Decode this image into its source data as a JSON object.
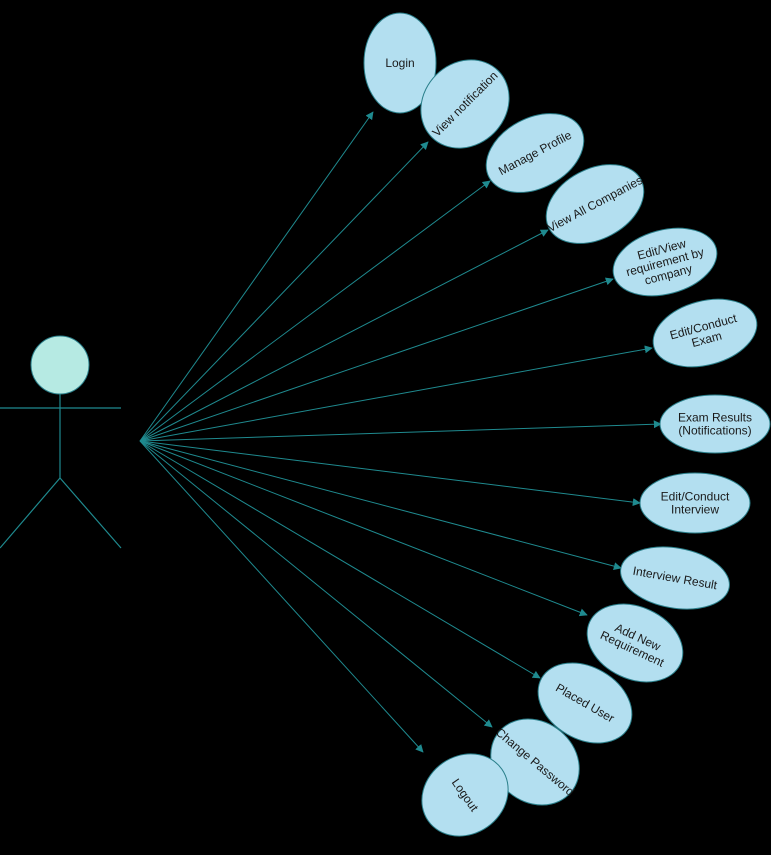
{
  "diagram": {
    "actor": {
      "label": ""
    },
    "use_cases": [
      {
        "id": "login",
        "lines": [
          "Login"
        ]
      },
      {
        "id": "view-notification",
        "lines": [
          "View notification"
        ]
      },
      {
        "id": "manage-profile",
        "lines": [
          "Manage Profile"
        ]
      },
      {
        "id": "view-all-companies",
        "lines": [
          "View All Companies"
        ]
      },
      {
        "id": "edit-view-requirement",
        "lines": [
          "Edit/View",
          "requirement by",
          "company"
        ]
      },
      {
        "id": "edit-conduct-exam",
        "lines": [
          "Edit/Conduct",
          "Exam"
        ]
      },
      {
        "id": "exam-results",
        "lines": [
          "Exam Results",
          "(Notifications)"
        ]
      },
      {
        "id": "edit-conduct-interview",
        "lines": [
          "Edit/Conduct",
          "Interview"
        ]
      },
      {
        "id": "interview-result",
        "lines": [
          "Interview Result"
        ]
      },
      {
        "id": "add-new-requirement",
        "lines": [
          "Add New",
          "Requirement"
        ]
      },
      {
        "id": "placed-user",
        "lines": [
          "Placed User"
        ]
      },
      {
        "id": "change-password",
        "lines": [
          "Change Password"
        ]
      },
      {
        "id": "logout",
        "lines": [
          "Logout"
        ]
      }
    ],
    "colors": {
      "background": "#000000",
      "use_case_fill": "#b3dff0",
      "actor_head_fill": "#b6eae3",
      "connector": "#1f8a8f"
    }
  }
}
